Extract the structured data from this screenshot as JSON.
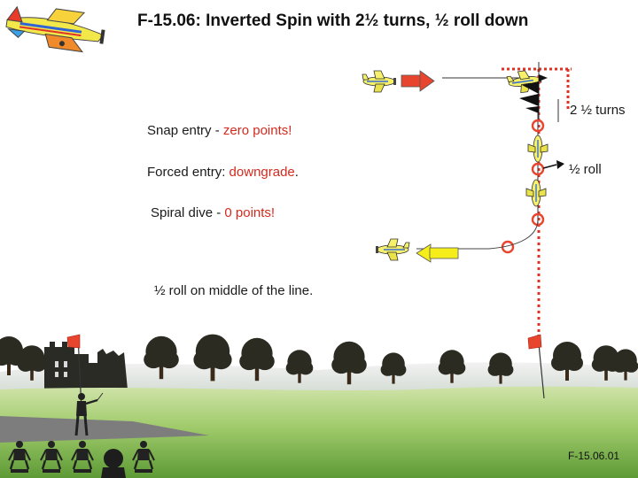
{
  "title": "F-15.06: Inverted Spin with 2½ turns, ½ roll down",
  "notes": {
    "snap_prefix": "Snap entry - ",
    "snap_hl": "zero points!",
    "forced_prefix": "Forced entry: ",
    "forced_hl": "downgrade",
    "forced_suffix": ".",
    "spiral_prefix": "Spiral dive - ",
    "spiral_hl": "0 points!",
    "roll_note": "½ roll on middle of the line."
  },
  "figure_labels": {
    "turns": "2 ½ turns",
    "roll": "½ roll"
  },
  "footer": "F-15.06.01",
  "colors": {
    "highlight": "#d42a1e",
    "sky": "#ffffff",
    "grass_light": "#a9cf7a",
    "grass_dark": "#5f9a3c",
    "runway": "#7f7f7f",
    "entry_arrow": "#e8452e",
    "exit_arrow": "#f5ee1a",
    "roll_marker": "#e8452e"
  },
  "icons": [
    "aerobatic-plane-logo",
    "plane-icon",
    "pilot-figure",
    "judge-figure",
    "flag-icon"
  ]
}
